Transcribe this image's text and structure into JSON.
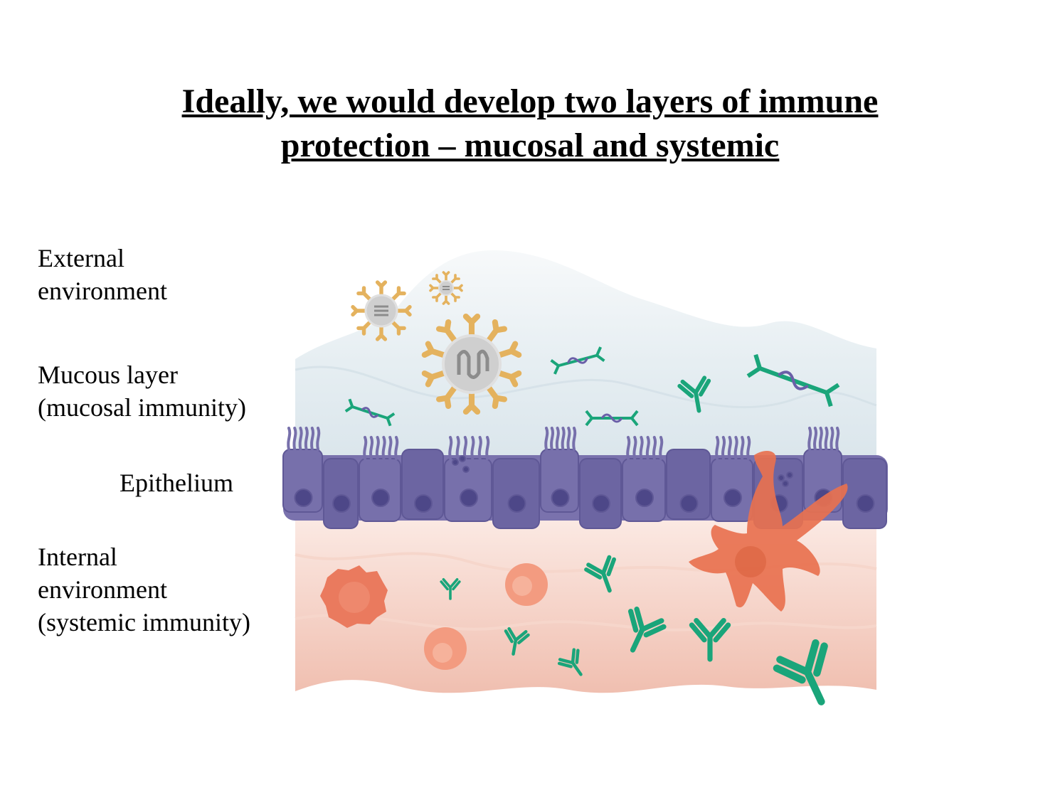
{
  "title": {
    "line1": "Ideally, we would develop two layers of immune",
    "line2": "protection – mucosal and systemic"
  },
  "labels": {
    "external": [
      "External",
      "environment"
    ],
    "mucous": [
      "Mucous layer",
      "(mucosal immunity)"
    ],
    "epithelium": [
      "Epithelium"
    ],
    "internal": [
      "Internal",
      "environment",
      "(systemic immunity)"
    ]
  },
  "colors": {
    "mucus": "#e4edf1",
    "epithelium": "#6e67a3",
    "nucleus": "#4d4788",
    "tissue": "#f2c7b8",
    "antibody": "#1aa57a",
    "virus_spike": "#e4b25e",
    "immune_cell": "#e8714f"
  },
  "icons": [
    "virus-icon",
    "antibody-icon",
    "epithelial-cell-icon",
    "dendritic-cell-icon",
    "macrophage-icon",
    "lymphocyte-icon"
  ]
}
